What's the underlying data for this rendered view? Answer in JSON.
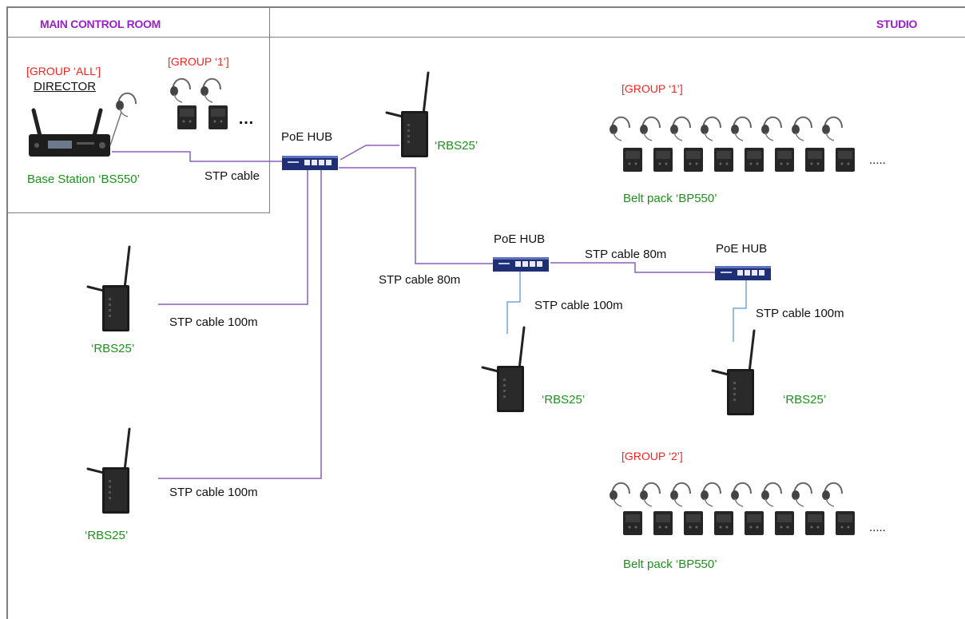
{
  "rooms": {
    "control": "MAIN CONTROL ROOM",
    "studio": "STUDIO"
  },
  "control_room": {
    "group_all": "[GROUP ‘ALL’]",
    "director": "DIRECTOR",
    "group_1": "[GROUP ‘1’]",
    "ellipsis": "…",
    "base_station": "Base Station ‘BS550’",
    "stp_cable": "STP cable"
  },
  "hubs": {
    "main": "PoE HUB",
    "mid": "PoE HUB",
    "right": "PoE HUB"
  },
  "cables": {
    "left_top": "STP cable 100m",
    "left_bottom": "STP cable 100m",
    "to_mid_hub": "STP cable 80m",
    "mid_to_right": "STP cable 80m",
    "mid_down": "STP cable 100m",
    "right_down": "STP cable 100m"
  },
  "repeaters": {
    "top": "‘RBS25’",
    "left_top": "‘RBS25’",
    "left_bottom": "‘RBS25’",
    "mid": "‘RBS25’",
    "right": "‘RBS25’"
  },
  "studio": {
    "group_1": "[GROUP ‘1’]",
    "group_2": "[GROUP ‘2’]",
    "beltpack_1": "Belt pack ‘BP550’",
    "beltpack_2": "Belt pack ‘BP550’",
    "dots_1": ".....",
    "dots_2": "....."
  }
}
